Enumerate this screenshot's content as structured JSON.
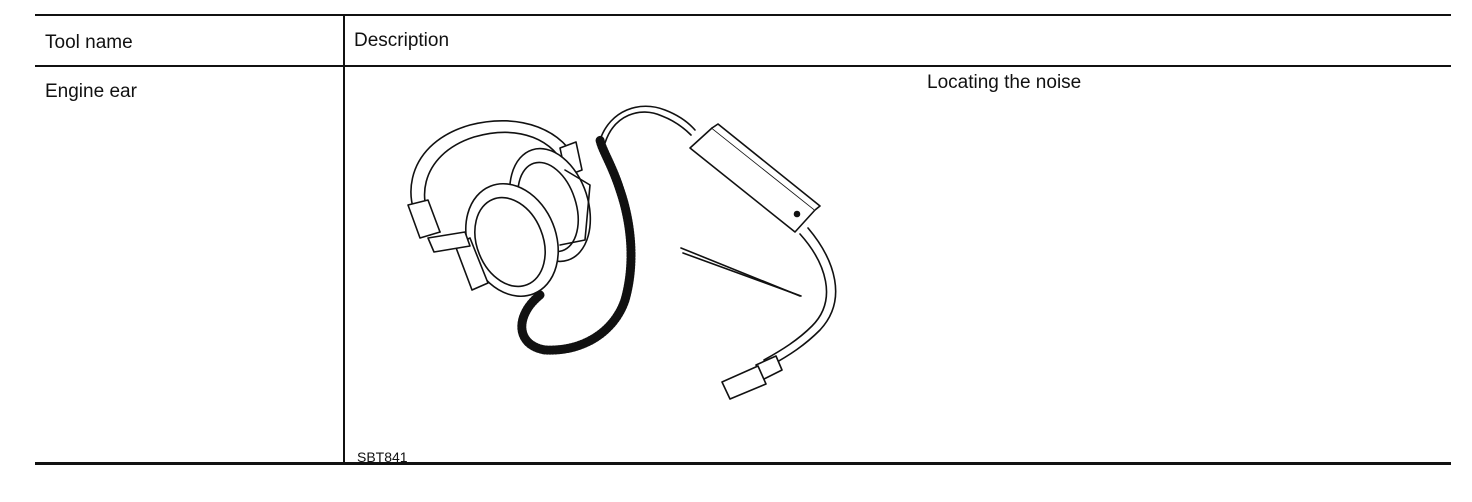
{
  "table": {
    "headers": {
      "tool_name": "Tool name",
      "description": "Description"
    },
    "rows": [
      {
        "tool_name": "Engine ear",
        "description_caption": "Locating the noise",
        "figure_code": "SBT841"
      }
    ]
  },
  "illustration": {
    "subject": "engine-ear-headphones-with-probe",
    "line_color": "#111111"
  }
}
